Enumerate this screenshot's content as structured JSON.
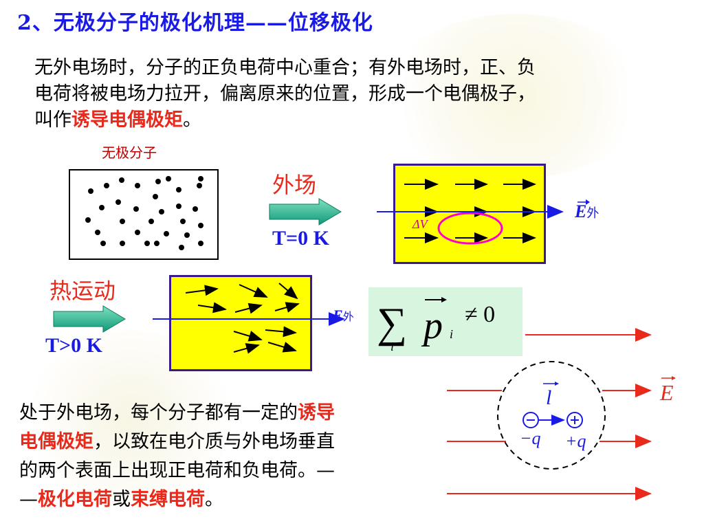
{
  "title": "2、无极分子的极化机理——位移极化",
  "para1": {
    "line1": "无外电场时，分子的正负电荷中心重合；有外电场时，正、负",
    "line2": "电荷将被电场力拉开，偏离原来的位置，形成一个电偶极子，",
    "line3_prefix": "叫作",
    "line3_highlight": "诱导电偶极矩",
    "line3_suffix": "。"
  },
  "diagram": {
    "nonpolar_label": "无极分子",
    "external_field_label": "外场",
    "temp_zero": "T=0 K",
    "thermal_label": "热运动",
    "temp_positive": "T>0 K",
    "delta_v": "ΔV",
    "e_symbol": "E",
    "e_subscript": "外",
    "sum_formula": {
      "sum": "∑",
      "index": "i",
      "p": "p",
      "p_subscript": "i",
      "neq_zero": "≠ 0"
    },
    "dipole": {
      "l": "l",
      "minus_q": "−q",
      "plus_q": "+q",
      "field": "E"
    }
  },
  "para2": {
    "part1": "处于外电场，每个分子都有一定的",
    "highlight1": "诱导",
    "line2_highlight": "电偶极矩",
    "line2_rest": "，以致在电介质与外电场垂直",
    "line3": "的两个表面上出现正电荷和负电荷。—",
    "line4_prefix": "—",
    "highlight2": "极化电荷",
    "or": "或",
    "highlight3": "束缚电荷",
    "end": "。"
  },
  "colors": {
    "title_blue": "#1a1ae6",
    "highlight_red": "#e8291b",
    "box_yellow": "#ffff00",
    "arrow_green": "#1aa88a"
  }
}
